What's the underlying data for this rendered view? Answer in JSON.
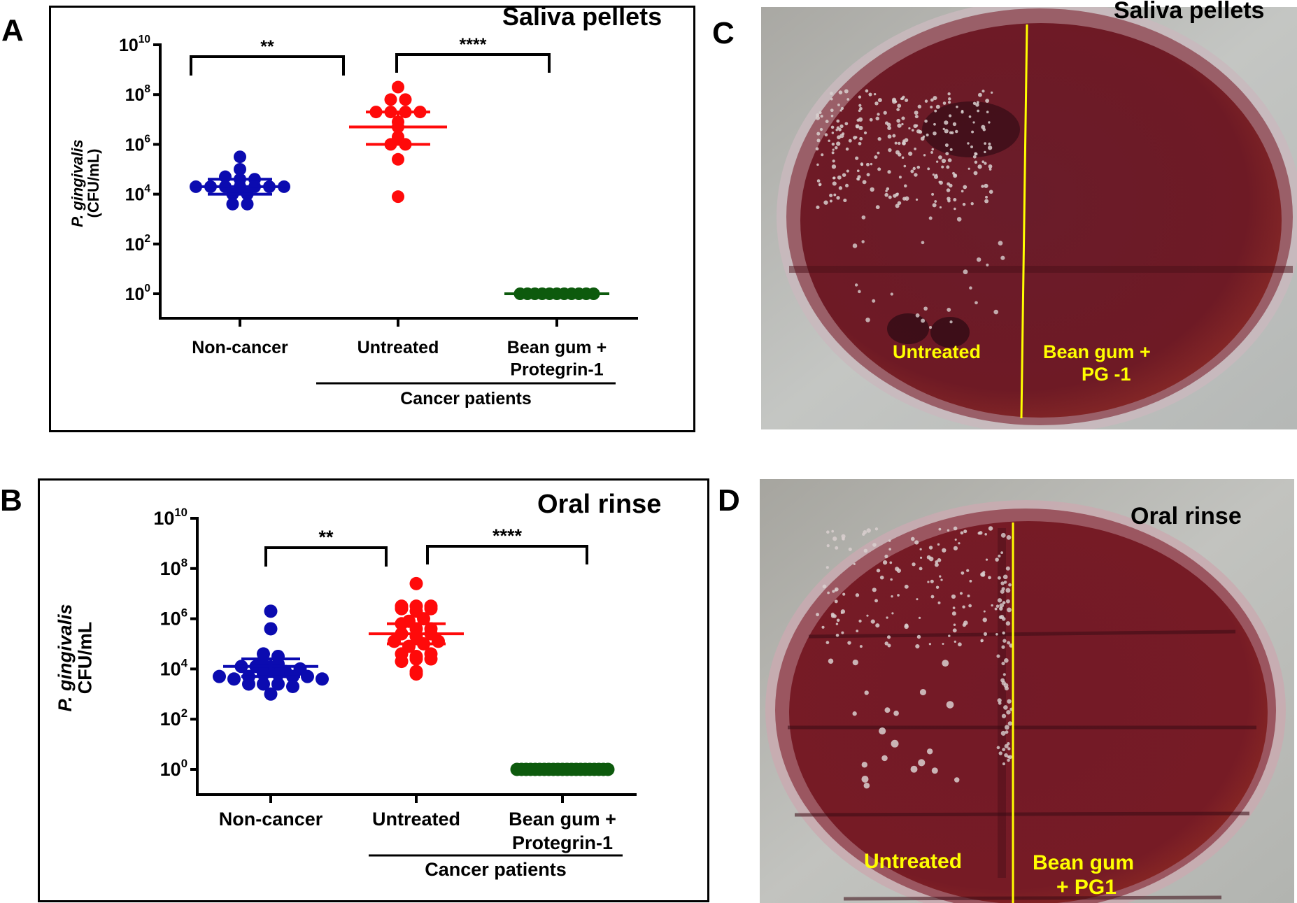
{
  "panels": {
    "A": {
      "letter": "A",
      "title": "Saliva pellets"
    },
    "B": {
      "letter": "B",
      "title": "Oral rinse"
    },
    "C": {
      "letter": "C",
      "title": "Saliva pellets",
      "left_label": "Untreated",
      "right_label_line1": "Bean gum +",
      "right_label_line2": "PG -1"
    },
    "D": {
      "letter": "D",
      "title": "Oral rinse",
      "left_label": "Untreated",
      "right_label_line1": "Bean gum",
      "right_label_line2": "+ PG1"
    }
  },
  "axis": {
    "ylabel_italic": "P. gingivalis",
    "ylabel_unit_A": "(CFU/mL)",
    "ylabel_unit_B": "CFU/mL",
    "yticks": [
      "10^10",
      "10^8",
      "10^6",
      "10^4",
      "10^2",
      "10^0"
    ],
    "categories": [
      "Non-cancer",
      "Untreated",
      "Bean gum +\nProtegrin-1"
    ],
    "group_label": "Cancer patients"
  },
  "colors": {
    "non_cancer": "#0b0bb0",
    "untreated": "#ff0a0a",
    "treated": "#0d5a0d",
    "plate_text": "#ffff00",
    "plate_line": "#ffff00"
  },
  "chart_data": [
    {
      "type": "scatter",
      "title": "Saliva pellets",
      "panel": "A",
      "xlabel": "",
      "ylabel": "P. gingivalis (CFU/mL)",
      "yscale": "log10",
      "ylim": [
        1,
        10000000000
      ],
      "categories": [
        "Non-cancer",
        "Untreated",
        "Bean gum + Protegrin-1"
      ],
      "group_bracket": {
        "label": "Cancer patients",
        "spans": [
          "Untreated",
          "Bean gum + Protegrin-1"
        ]
      },
      "significance": [
        {
          "from": "Non-cancer",
          "to": "Untreated",
          "label": "**"
        },
        {
          "from": "Untreated",
          "to": "Bean gum + Protegrin-1",
          "label": "****"
        }
      ],
      "series": [
        {
          "name": "Non-cancer",
          "color": "#0b0bb0",
          "log10_values": [
            5.5,
            5.0,
            4.7,
            4.6,
            4.6,
            4.3,
            4.3,
            4.3,
            4.3,
            4.3,
            4.3,
            4.3,
            4.0,
            4.0,
            3.6,
            3.6
          ],
          "mean_log10": 4.3,
          "sem_log10": [
            4.0,
            4.6
          ]
        },
        {
          "name": "Untreated",
          "color": "#ff0a0a",
          "log10_values": [
            8.3,
            7.8,
            7.8,
            7.3,
            7.3,
            7.3,
            7.3,
            6.9,
            6.7,
            6.3,
            6.0,
            6.0,
            5.4,
            3.9
          ],
          "mean_log10": 6.7,
          "sem_log10": [
            6.0,
            7.3
          ]
        },
        {
          "name": "Bean gum + Protegrin-1",
          "color": "#0d5a0d",
          "log10_values": [
            0,
            0,
            0,
            0,
            0,
            0,
            0,
            0,
            0,
            0,
            0
          ],
          "mean_log10": 0
        }
      ]
    },
    {
      "type": "scatter",
      "title": "Oral rinse",
      "panel": "B",
      "xlabel": "",
      "ylabel": "P. gingivalis CFU/mL",
      "yscale": "log10",
      "ylim": [
        1,
        10000000000
      ],
      "categories": [
        "Non-cancer",
        "Untreated",
        "Bean gum + Protegrin-1"
      ],
      "group_bracket": {
        "label": "Cancer patients",
        "spans": [
          "Untreated",
          "Bean gum + Protegrin-1"
        ]
      },
      "significance": [
        {
          "from": "Non-cancer",
          "to": "Untreated",
          "label": "**"
        },
        {
          "from": "Untreated",
          "to": "Bean gum + Protegrin-1",
          "label": "****"
        }
      ],
      "series": [
        {
          "name": "Non-cancer",
          "color": "#0b0bb0",
          "log10_values": [
            6.3,
            5.6,
            4.6,
            4.5,
            4.1,
            4.2,
            4.1,
            4.2,
            4.0,
            3.9,
            4.0,
            3.7,
            3.6,
            3.7,
            3.8,
            3.8,
            3.7,
            3.7,
            3.6,
            3.4,
            3.4,
            3.4,
            3.0,
            3.3
          ],
          "mean_log10": 4.1,
          "sem_log10": [
            3.7,
            4.4
          ]
        },
        {
          "name": "Untreated",
          "color": "#ff0a0a",
          "log10_values": [
            7.4,
            6.4,
            6.3,
            6.5,
            6.5,
            6.5,
            6.4,
            5.9,
            6.0,
            5.8,
            5.4,
            5.3,
            5.1,
            5.6,
            5.4,
            5.6,
            4.9,
            5.0,
            5.1,
            4.6,
            4.3,
            4.5,
            4.4,
            4.4,
            4.6,
            3.8,
            3.9
          ],
          "mean_log10": 5.4,
          "sem_log10": [
            5.0,
            5.8
          ]
        },
        {
          "name": "Bean gum + Protegrin-1",
          "color": "#0d5a0d",
          "log10_values": [
            0,
            0,
            0,
            0,
            0,
            0,
            0,
            0,
            0,
            0,
            0,
            0,
            0,
            0,
            0,
            0,
            0,
            0,
            0,
            0,
            0
          ],
          "mean_log10": 0
        }
      ]
    }
  ]
}
